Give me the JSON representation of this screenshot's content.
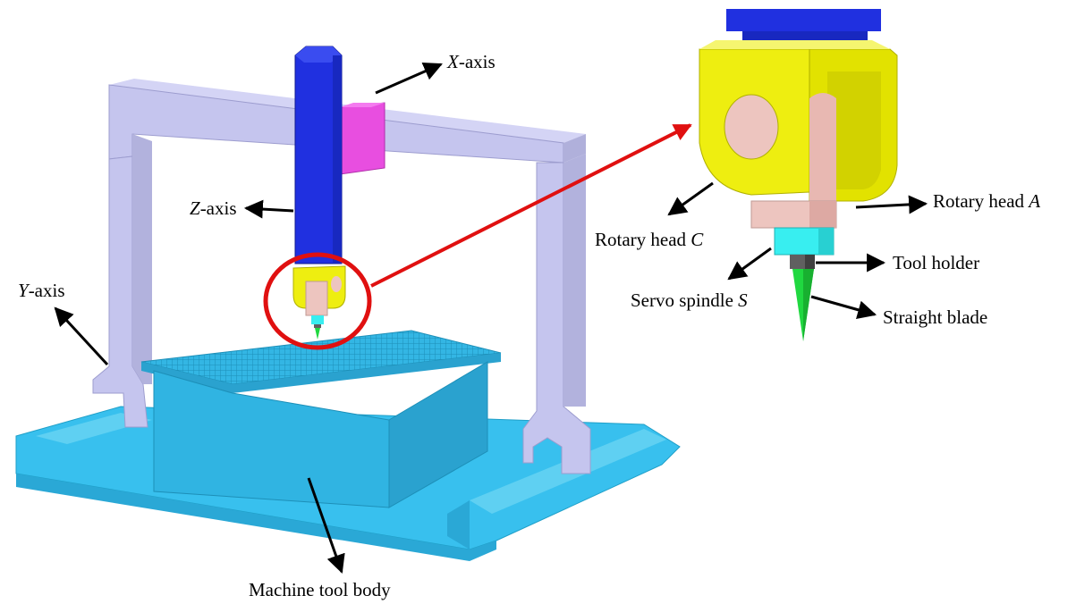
{
  "labels": {
    "x_axis": {
      "var": "X",
      "text": "-axis"
    },
    "y_axis": {
      "var": "Y",
      "text": "-axis"
    },
    "z_axis": {
      "var": "Z",
      "text": "-axis"
    },
    "rotary_head_a": {
      "text": "Rotary head ",
      "var": "A"
    },
    "rotary_head_c": {
      "text": "Rotary head ",
      "var": "C"
    },
    "tool_holder": "Tool holder",
    "servo_spindle": {
      "text": "Servo spindle ",
      "var": "S"
    },
    "straight_blade": "Straight blade",
    "machine_tool_body": "Machine tool body"
  },
  "colors": {
    "frame": "#c5c5ee",
    "frame_side": "#b2b2dd",
    "base": "#38c0ee",
    "table": "#30b4e2",
    "z_column": "#2030e0",
    "x_slider": "#e84ee0",
    "rotary_head": "#eeee10",
    "rotary_pink": "#edc5bf",
    "spindle": "#38eef0",
    "tool_holder": "#606060",
    "blade": "#20d840",
    "highlight": "#e01010"
  }
}
